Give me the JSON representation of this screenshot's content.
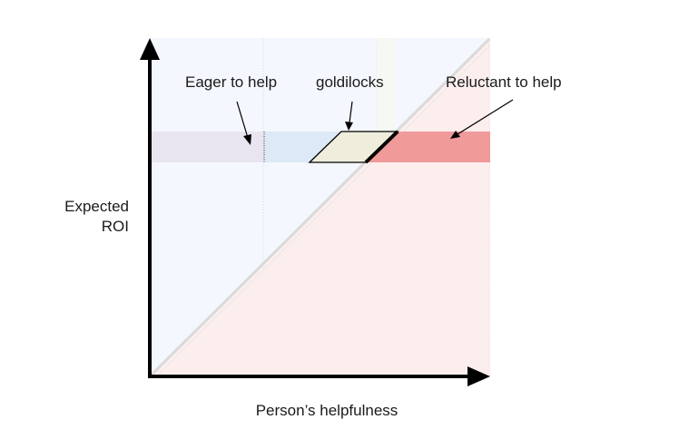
{
  "diagram": {
    "x_axis_label": "Person’s helpfulness",
    "y_axis_label_line1": "Expected",
    "y_axis_label_line2": "ROI",
    "zones": [
      {
        "label": "Eager to help",
        "color": "#e8e4f0"
      },
      {
        "label": "goldilocks",
        "color": "#efeedd"
      },
      {
        "label": "Reluctant to help",
        "color": "#f09a9a"
      }
    ],
    "colors": {
      "upper_region": "#f4f7fd",
      "lower_region": "#fdeeee",
      "diagonal": "#d9d9d9",
      "blue_band": "#dde9f6",
      "axis": "#000000"
    }
  }
}
